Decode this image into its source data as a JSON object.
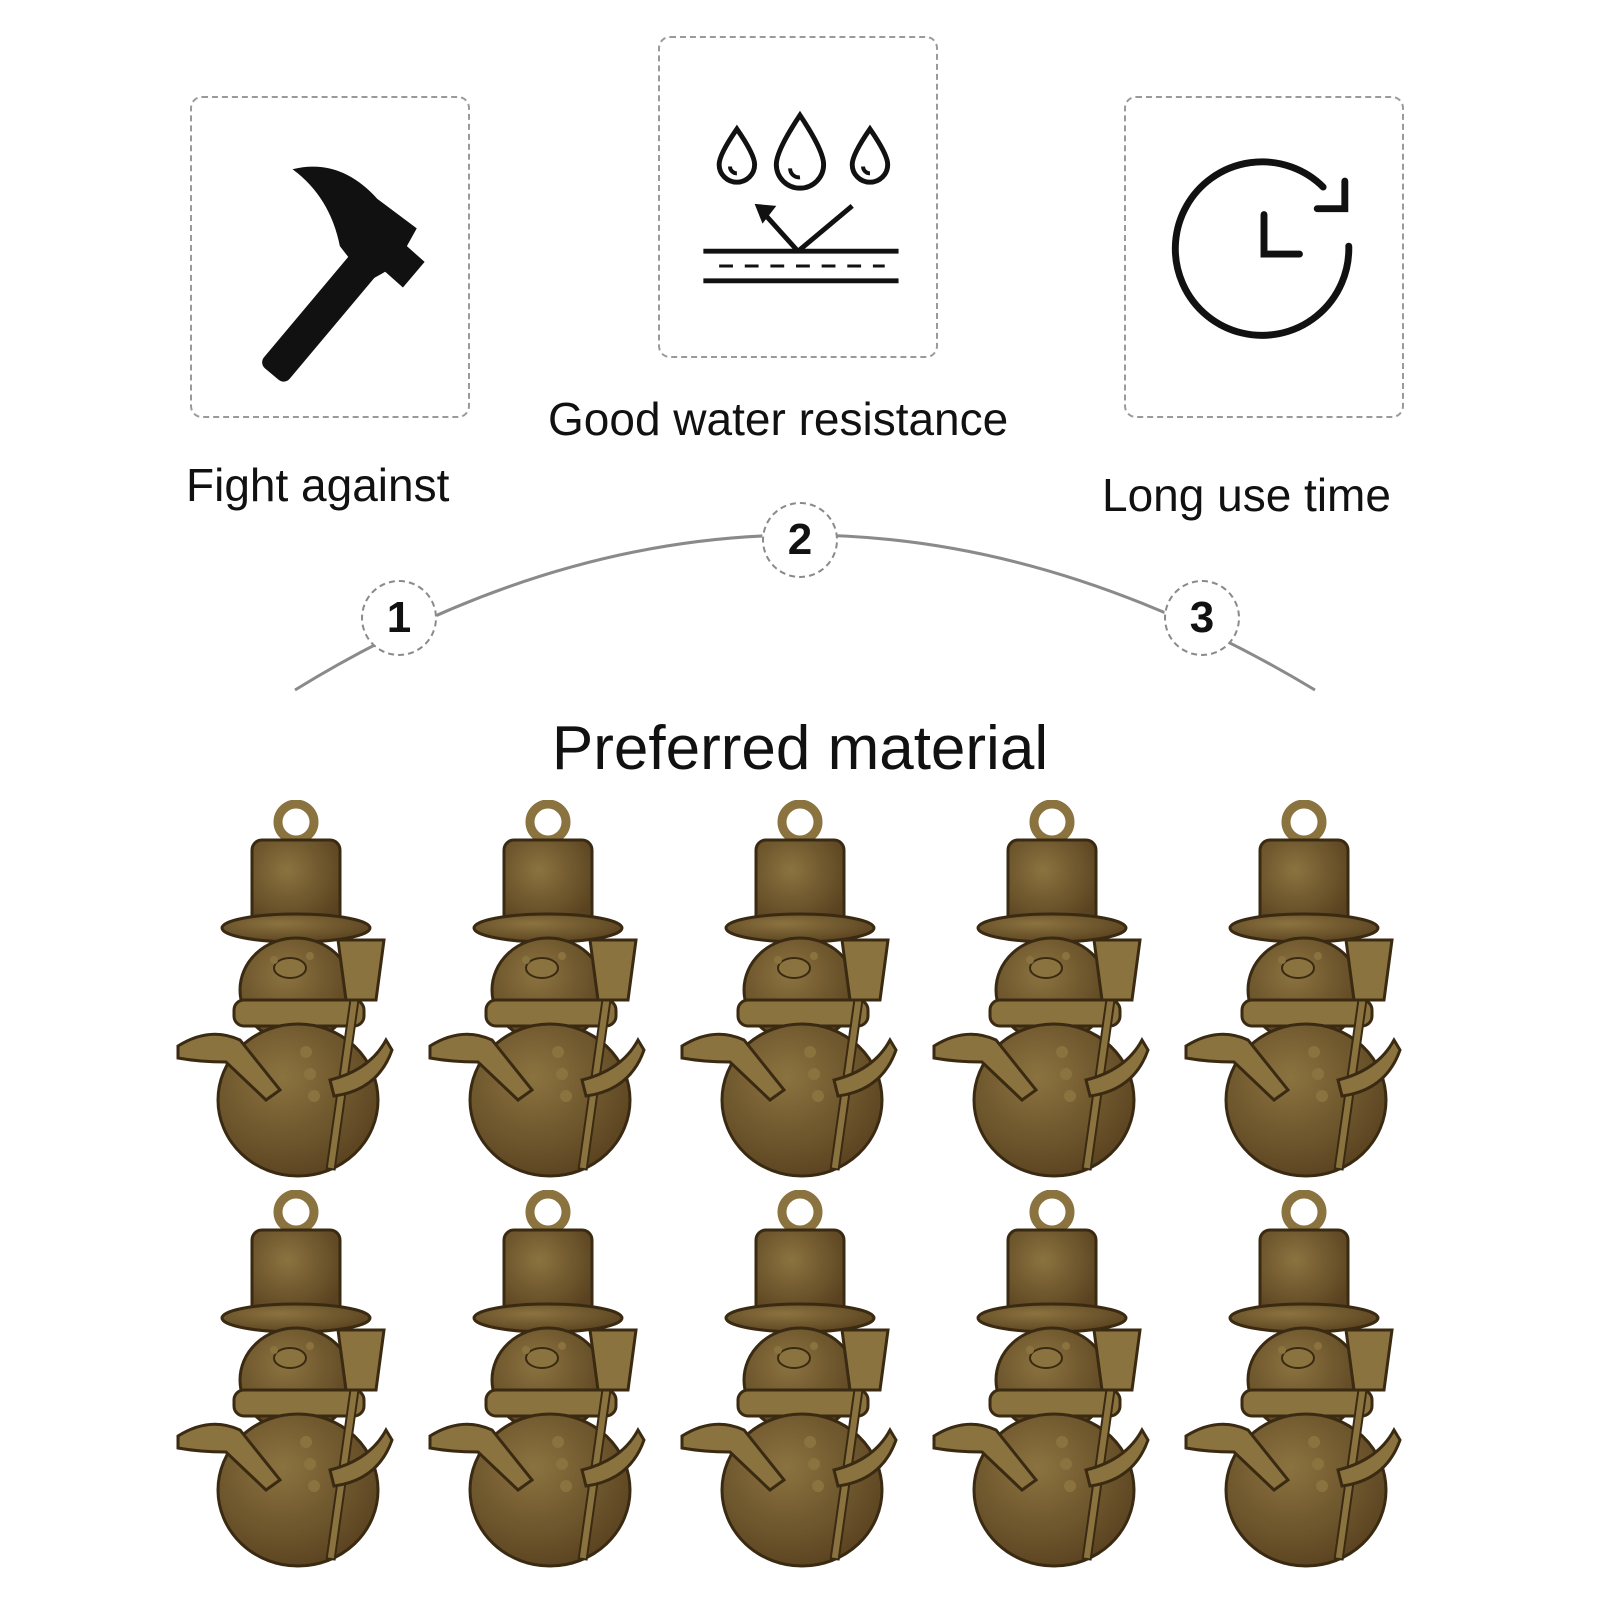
{
  "features": [
    {
      "icon": "hammer-icon",
      "label": "Fight against"
    },
    {
      "icon": "water-drops-icon",
      "label": "Good water resistance"
    },
    {
      "icon": "clock-refresh-icon",
      "label": "Long use time"
    }
  ],
  "steps": [
    "1",
    "2",
    "3"
  ],
  "section_title": "Preferred material",
  "products": {
    "item": "snowman-pendant",
    "count": 10,
    "color": "#5a4220",
    "highlight": "#8b7340"
  }
}
